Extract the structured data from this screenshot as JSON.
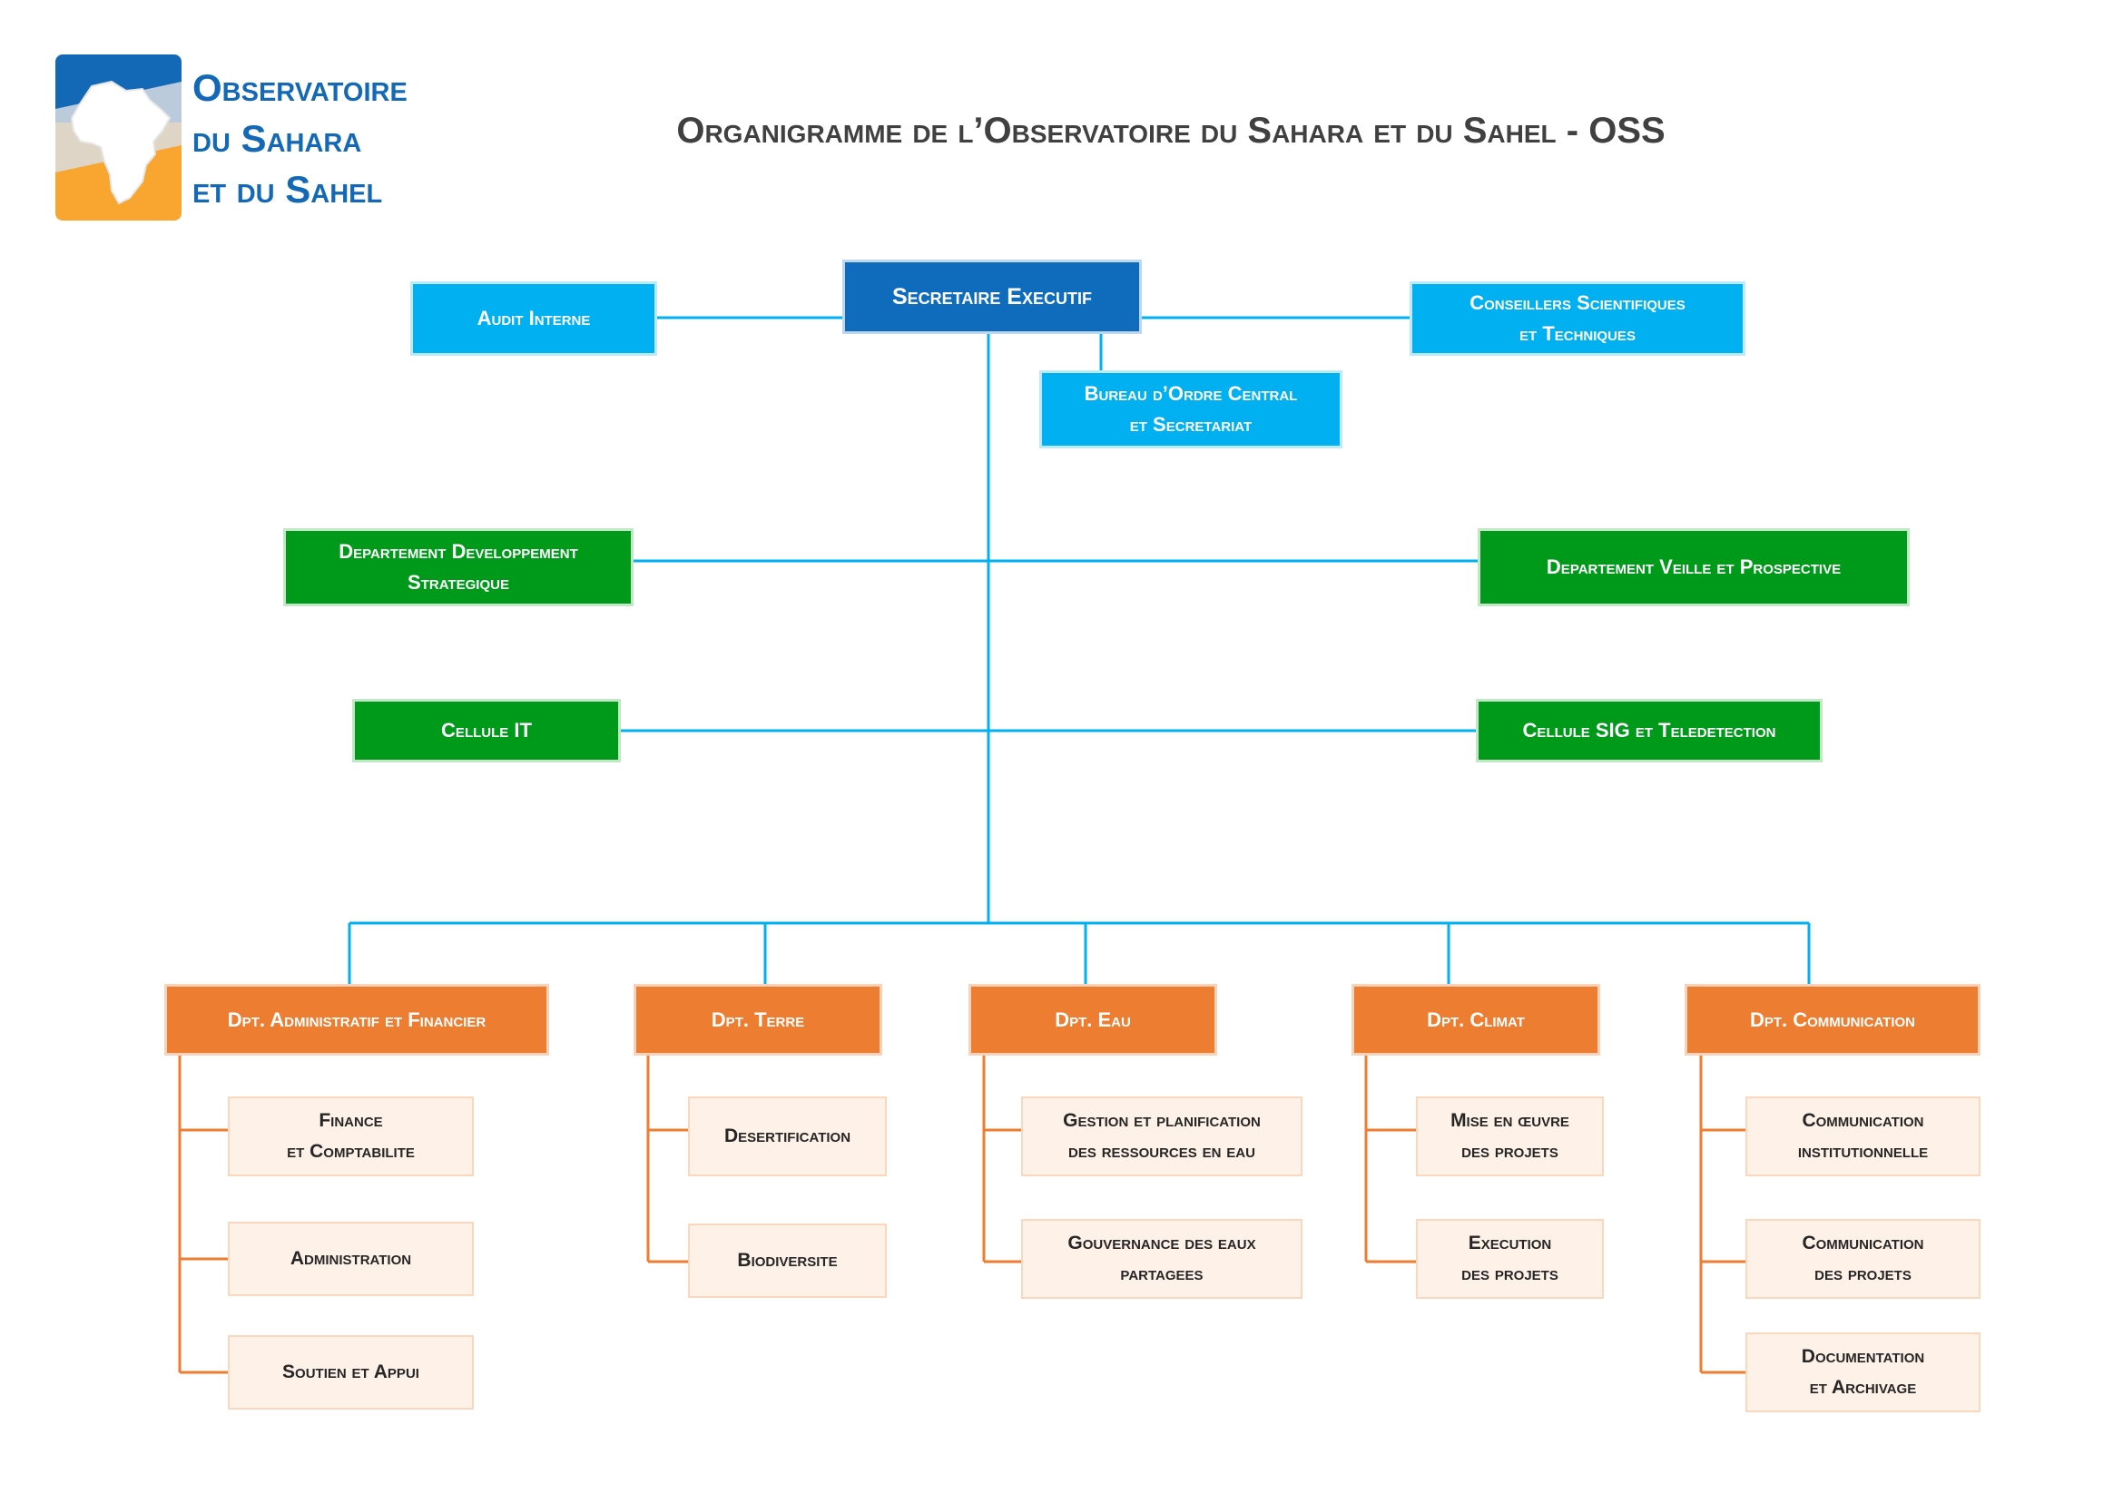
{
  "logo": {
    "line1": "Observatoire",
    "line2": "du Sahara",
    "line3": "et du Sahel"
  },
  "title": "Organigramme de l’Observatoire du Sahara et du Sahel - OSS",
  "executive": {
    "secretaire": "Secretaire Executif",
    "audit": "Audit Interne",
    "conseillers": "Conseillers Scientifiques\net Techniques",
    "bureau": "Bureau d’Ordre Central\net Secretariat"
  },
  "departments_top": {
    "dev_strategique": "Departement Developpement\nStrategique",
    "veille": "Departement Veille et Prospective",
    "cellule_it": "Cellule IT",
    "cellule_sig": "Cellule SIG et Teledetection"
  },
  "departments": [
    {
      "label": "Dpt. Administratif et Financier",
      "units": [
        "Finance\net Comptabilite",
        "Administration",
        "Soutien et Appui"
      ]
    },
    {
      "label": "Dpt. Terre",
      "units": [
        "Desertification",
        "Biodiversite"
      ]
    },
    {
      "label": "Dpt. Eau",
      "units": [
        "Gestion et planification\ndes ressources en eau",
        "Gouvernance des eaux\npartagees"
      ]
    },
    {
      "label": "Dpt. Climat",
      "units": [
        "Mise en œuvre\ndes projets",
        "Execution\ndes projets"
      ]
    },
    {
      "label": "Dpt. Communication",
      "units": [
        "Communication\ninstitutionnelle",
        "Communication\ndes projets",
        "Documentation\net Archivage"
      ]
    }
  ],
  "colors": {
    "executive": "#0f6cbd",
    "support": "#00b0f0",
    "department": "#009a1a",
    "operational": "#ed7d31",
    "unit": "#fef1e7",
    "connector_blue": "#00b0f0",
    "connector_orange": "#ed7d31",
    "logo_blue": "#1469b6",
    "logo_orange": "#f9a630"
  }
}
